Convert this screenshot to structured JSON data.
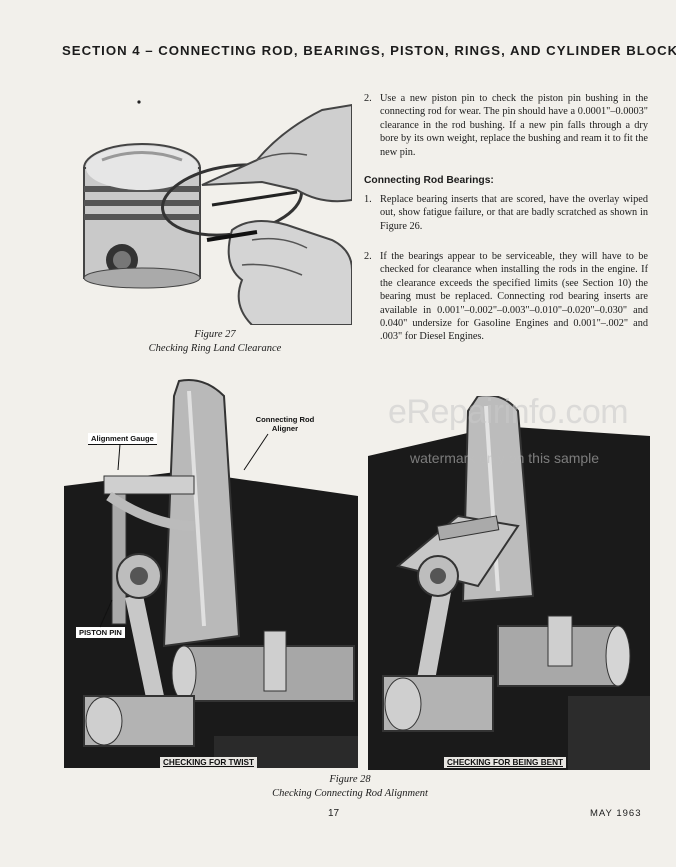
{
  "header": {
    "section_title": "SECTION 4 – CONNECTING ROD, BEARINGS, PISTON, RINGS, AND CYLINDER BLOCK"
  },
  "figure27": {
    "number": "Figure 27",
    "caption": "Checking Ring Land Clearance"
  },
  "text": {
    "item_2a": {
      "num": "2.",
      "body": "Use a new piston pin to check the piston pin bushing in the connecting rod for wear. The pin should have a 0.0001\"–0.0003\" clearance in the rod bushing. If a new pin falls through a dry bore by its own weight, replace the bushing and ream it to fit the new pin."
    },
    "rod_bearings_heading": "Connecting Rod Bearings:",
    "item_1": {
      "num": "1.",
      "body": "Replace bearing inserts that are scored, have the overlay wiped out, show fatigue failure, or that are badly scratched as shown in Figure 26."
    },
    "item_2b": {
      "num": "2.",
      "body": "If the bearings appear to be serviceable, they will have to be checked for clearance when installing the rods in the engine. If the clearance exceeds the specified limits (see Section 10) the bearing must be replaced. Connecting rod bearing inserts are available in 0.001\"–0.002\"–0.003\"–0.010\"–0.020\"–0.030\" and 0.040\" undersize for Gasoline Engines and 0.001\"–.002\" and .003\" for Diesel Engines."
    }
  },
  "figure28": {
    "labels": {
      "alignment_gauge": "Alignment Gauge",
      "rod_aligner": "Connecting Rod Aligner",
      "piston_pin": "PISTON PIN",
      "twist": "CHECKING FOR TWIST",
      "bent": "CHECKING FOR BEING BENT"
    },
    "number": "Figure 28",
    "caption": "Checking Connecting Rod Alignment"
  },
  "watermark": {
    "main": "eRepairinfo.com",
    "sub": "watermark only on this sample"
  },
  "footer": {
    "page_number": "17",
    "date": "MAY 1963"
  }
}
